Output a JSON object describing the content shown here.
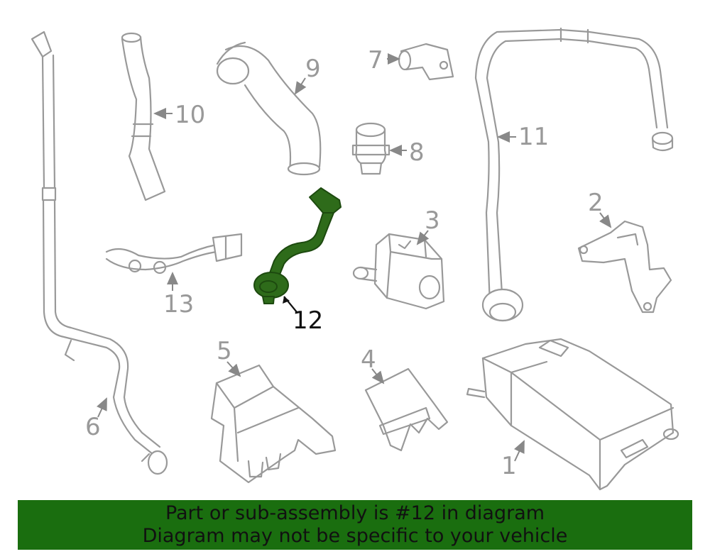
{
  "diagram": {
    "callouts": {
      "c1": "1",
      "c2": "2",
      "c3": "3",
      "c4": "4",
      "c5": "5",
      "c6": "6",
      "c7": "7",
      "c8": "8",
      "c9": "9",
      "c10": "10",
      "c11": "11",
      "c12": "12",
      "c13": "13"
    },
    "highlighted_part": "12",
    "highlight_color": "#2e6b1a"
  },
  "banner": {
    "line1": "Part or sub-assembly is #12 in diagram",
    "line2": "Diagram may not be specific to your vehicle",
    "background": "#1a6e0f"
  }
}
